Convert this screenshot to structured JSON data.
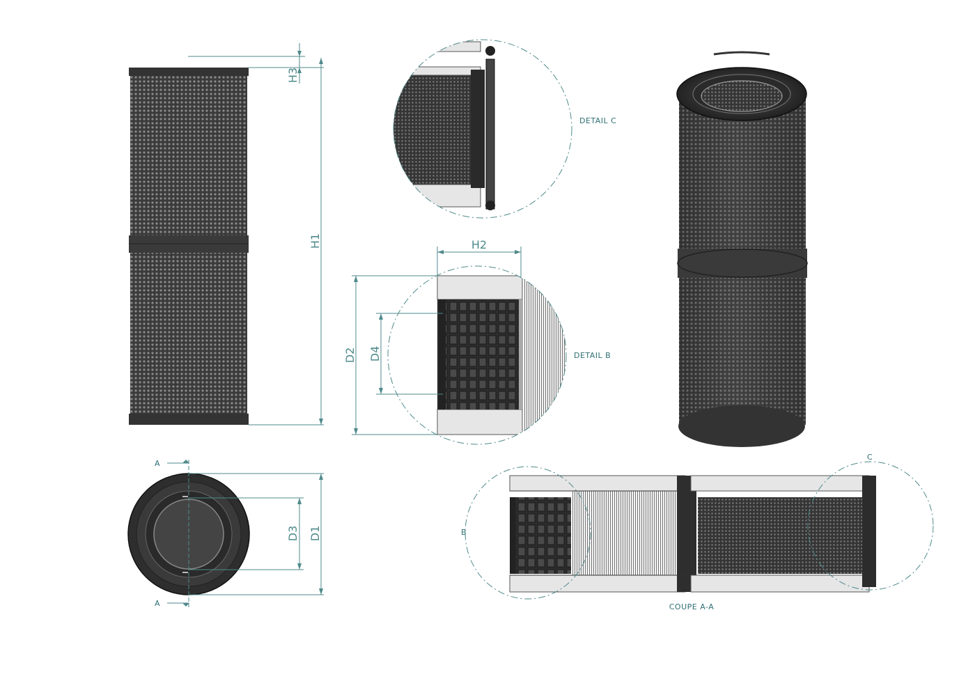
{
  "labels": {
    "h1": "H1",
    "h2": "H2",
    "h3": "H3",
    "d1": "D1",
    "d2": "D2",
    "d3": "D3",
    "d4": "D4",
    "detail_b": "DETAIL B",
    "detail_c": "DETAIL C",
    "section": "COUPE A-A",
    "section_mark_top": "A",
    "section_mark_bottom": "A",
    "detail_mark_b": "B",
    "detail_mark_c": "C"
  },
  "colors": {
    "accent": "#4f8a8b",
    "body": "#2a2a2a",
    "band": "#3a3a3a",
    "light_fill": "#e6e6e6"
  }
}
